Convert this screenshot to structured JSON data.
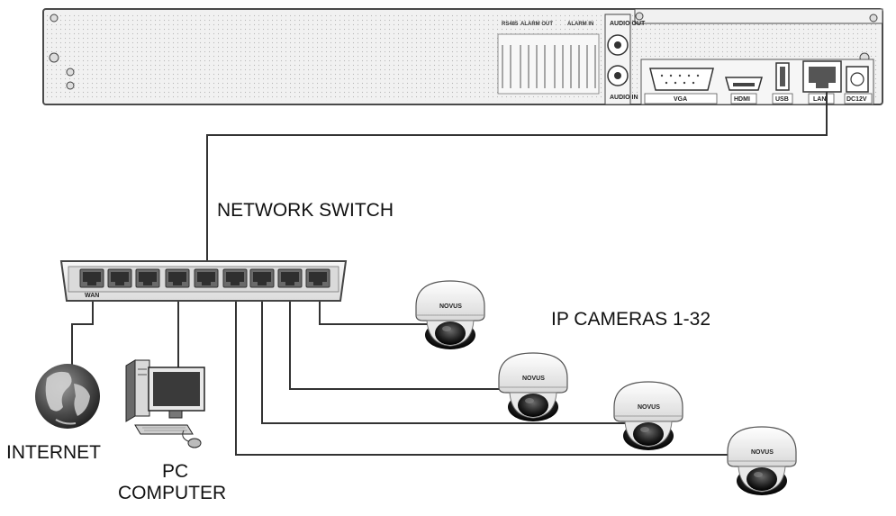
{
  "nvr": {
    "ports": {
      "vga": "VGA",
      "hdmi": "HDMI",
      "usb": "USB",
      "lan": "LAN",
      "dc": "DC12V",
      "audio_out": "AUDIO OUT",
      "audio_in": "AUDIO IN",
      "rs485": "RS485",
      "alarm_out": "ALARM OUT",
      "alarm_in": "ALARM IN"
    }
  },
  "switch": {
    "label": "NETWORK SWITCH",
    "wan_label": "WAN"
  },
  "cameras": {
    "label": "IP CAMERAS 1-32",
    "brand": "NOVUS"
  },
  "internet": {
    "label": "INTERNET"
  },
  "pc": {
    "line1": "PC",
    "line2": "COMPUTER"
  },
  "colors": {
    "device_body": "#efefef",
    "device_border": "#4a4a4a",
    "cable": "#333333",
    "port": "#5a5a5a"
  }
}
